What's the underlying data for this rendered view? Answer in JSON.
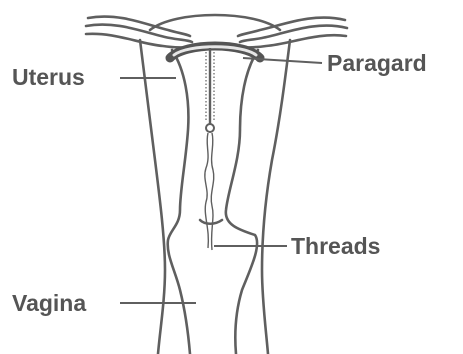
{
  "labels": {
    "uterus": "Uterus",
    "paragard": "Paragard",
    "threads": "Threads",
    "vagina": "Vagina"
  },
  "colors": {
    "outline": "#5f5f5f",
    "label_text": "#555555",
    "device_arm": "#555555",
    "device_highlight": "#e6e6e6",
    "background": "#ffffff"
  }
}
